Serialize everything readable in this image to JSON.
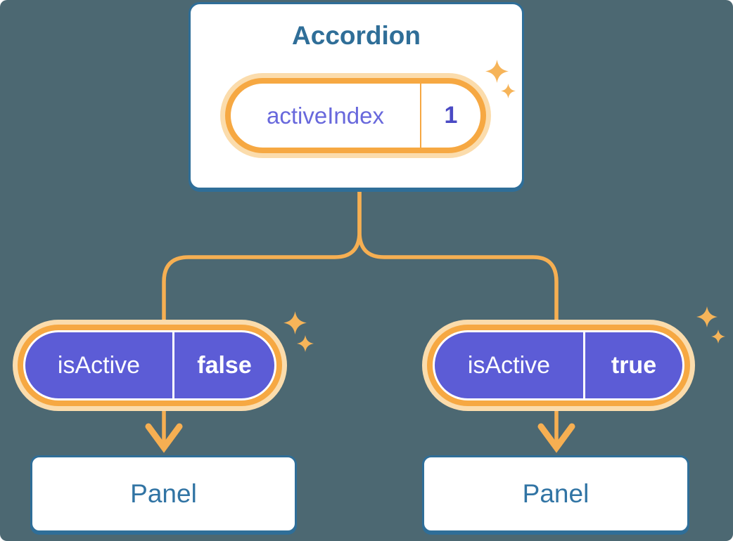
{
  "diagram": {
    "root": {
      "title": "Accordion",
      "pill": {
        "label": "activeIndex",
        "value": "1"
      }
    },
    "branches": [
      {
        "pill": {
          "label": "isActive",
          "value": "false"
        },
        "panel": "Panel"
      },
      {
        "pill": {
          "label": "isActive",
          "value": "true"
        },
        "panel": "Panel"
      }
    ]
  },
  "icons": {
    "sparkle": "sparkle-icon",
    "arrow": "down-arrow-icon"
  },
  "colors": {
    "background": "#4C6872",
    "blue-border": "#2F6E98",
    "blue-text": "#2F6E98",
    "panel-text": "#3174A4",
    "orange-ring": "#F6A842",
    "orange-glow": "#FBDCAC",
    "orange-line": "#F6AF52",
    "sparkle": "#F6B459",
    "purple-fill": "#5C5CD6",
    "purple-text": "#6868DC",
    "purple-value": "#4A4AC4"
  }
}
